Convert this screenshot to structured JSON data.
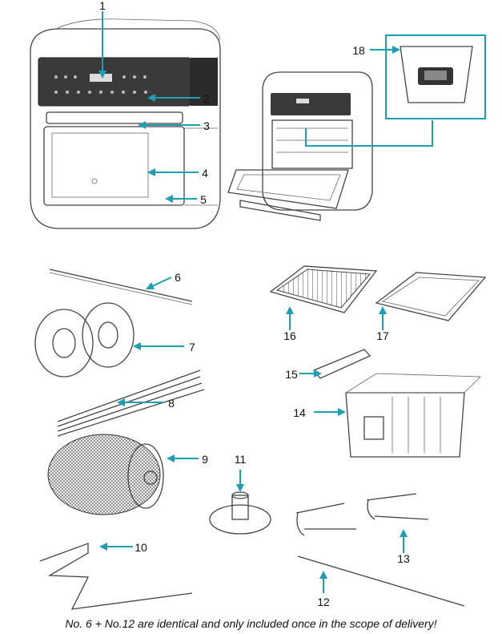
{
  "labels": {
    "n1": "1",
    "n2": "2",
    "n3": "3",
    "n4": "4",
    "n5": "5",
    "n6": "6",
    "n7": "7",
    "n8": "8",
    "n9": "9",
    "n10": "10",
    "n11": "11",
    "n12": "12",
    "n13": "13",
    "n14": "14",
    "n15": "15",
    "n16": "16",
    "n17": "17",
    "n18": "18"
  },
  "footnote": "No. 6 + No.12 are identical and only included once in the scope of delivery!",
  "colors": {
    "arrow": "#1a9fb5",
    "line_art": "#444444",
    "panel": "#333333",
    "background": "#ffffff"
  }
}
